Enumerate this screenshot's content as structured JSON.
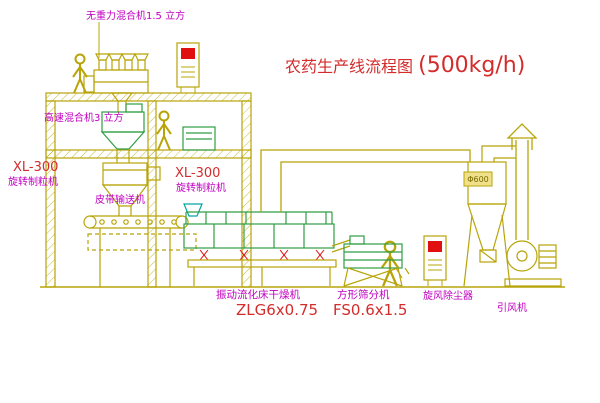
{
  "title": {
    "main": "农药生产线流程图",
    "capacity": "(500kg/h)"
  },
  "colors": {
    "line_yellow": "#b8a408",
    "line_green": "#2f9e44",
    "line_cyan": "#00a6a6",
    "label_magenta": "#c000c0",
    "label_red": "#d42b2b",
    "cabinet_red": "#e01010",
    "background": "#ffffff"
  },
  "equipment_labels": {
    "gravity_mixer": "无重力混合机1.5 立方",
    "high_speed_mixer": "高速混合机3 立方",
    "granulator_left_model": "XL-300",
    "granulator_left_name": "旋转制粒机",
    "granulator_right_model": "XL-300",
    "granulator_right_name": "旋转制粒机",
    "belt_conveyor": "皮带输送机",
    "fluid_bed_dryer": "振动流化床干燥机",
    "fluid_bed_dryer_model": "ZLG6x0.75",
    "square_sieve": "方形筛分机",
    "square_sieve_model": "FS0.6x1.5",
    "cyclone": "旋风除尘器",
    "induced_fan": "引风机",
    "cyclone_tag": "Φ600"
  }
}
